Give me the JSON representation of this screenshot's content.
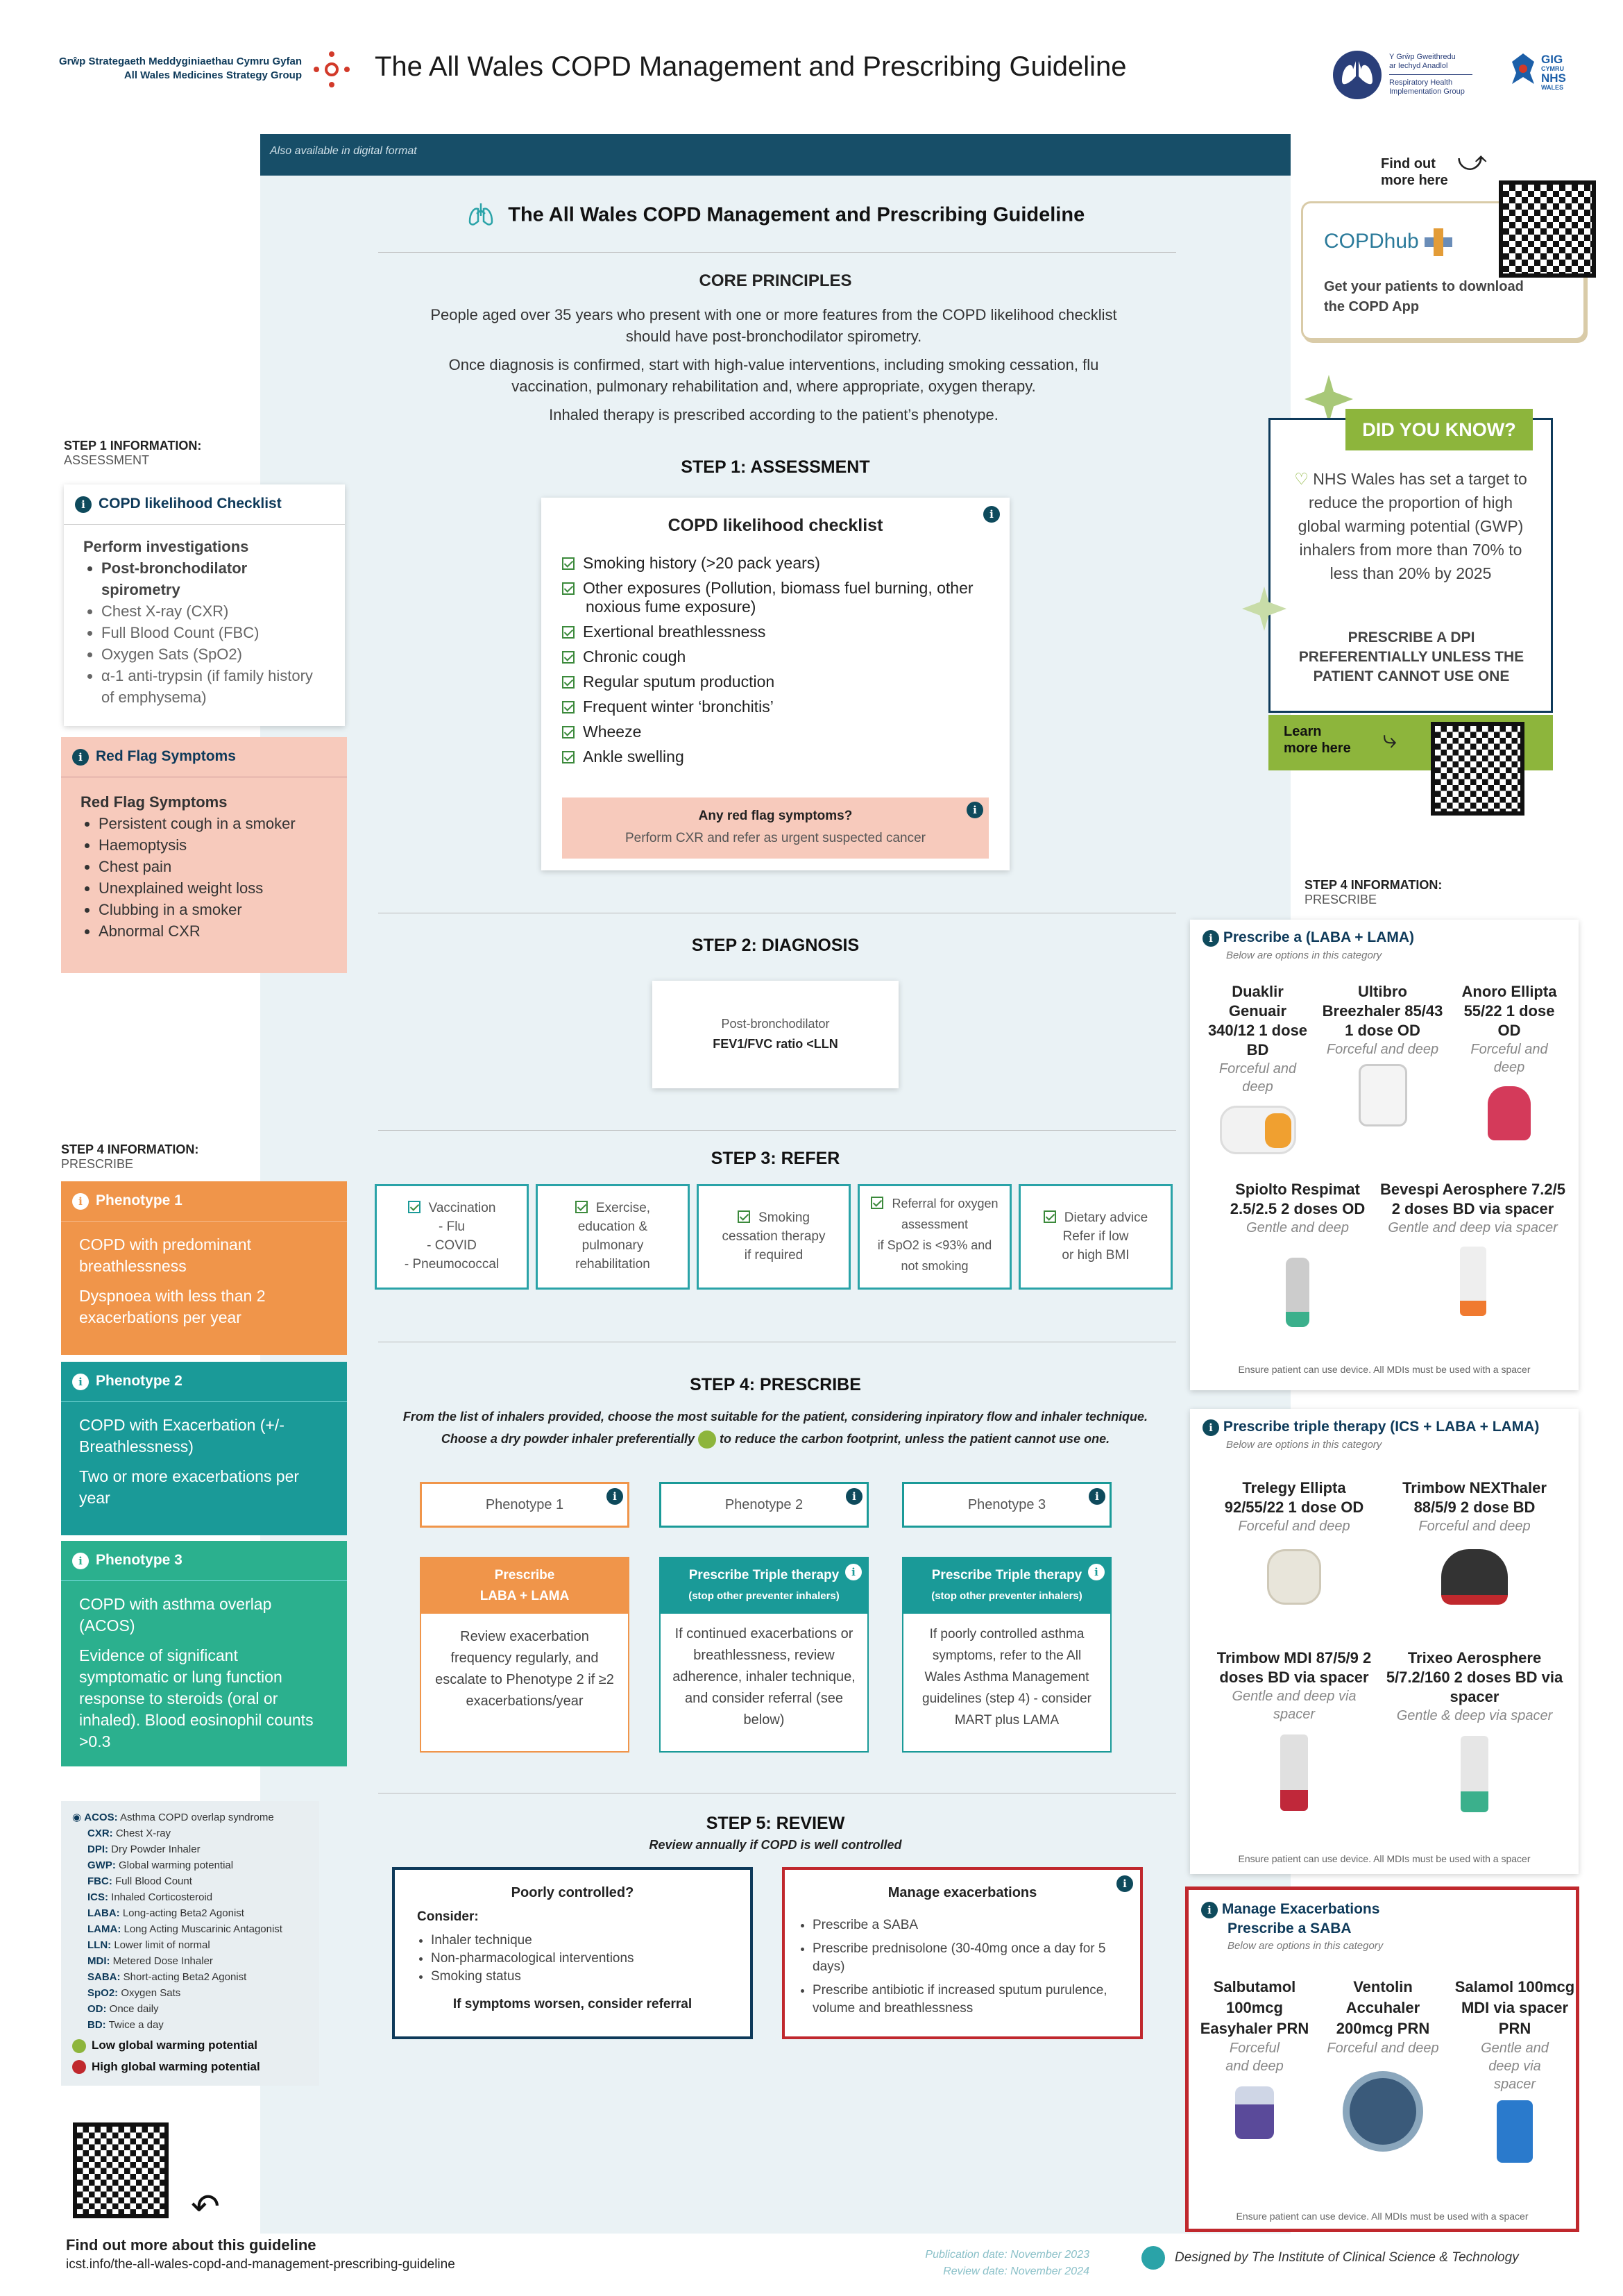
{
  "header": {
    "org_welsh": "Grŵp Strategaeth Meddyginiaethau Cymru Gyfan",
    "org_english": "All Wales Medicines Strategy Group",
    "title": "The All Wales COPD Management and Prescribing Guideline",
    "rhig_welsh_1": "Y Grŵp Gweithredu",
    "rhig_welsh_2": "ar Iechyd Anadlol",
    "rhig_english_1": "Respiratory Health",
    "rhig_english_2": "Implementation Group",
    "nhs_gig": "GIG",
    "nhs_cymru": "CYMRU",
    "nhs_nhs": "NHS",
    "nhs_wales": "WALES"
  },
  "banner": {
    "digital": "Also available in digital format"
  },
  "main": {
    "title": "The All Wales COPD Management and Prescribing Guideline",
    "core_title": "CORE PRINCIPLES",
    "core_p1": "People aged over 35 years who present with one or more features from the COPD likelihood checklist should have post-bronchodilator spirometry.",
    "core_p2": "Once diagnosis is confirmed, start with high-value interventions, including smoking cessation, flu vaccination, pulmonary rehabilitation and, where appropriate, oxygen therapy.",
    "core_p3": "Inhaled therapy is prescribed according to the patient’s phenotype."
  },
  "step1": {
    "title": "STEP 1: ASSESSMENT",
    "box_title": "COPD likelihood checklist",
    "items": [
      "Smoking history (>20 pack years)",
      "Other exposures (Pollution, biomass fuel burning, other noxious fume exposure)",
      "Exertional breathlessness",
      "Chronic cough",
      "Regular sputum production",
      "Frequent winter ‘bronchitis’",
      "Wheeze",
      "Ankle swelling"
    ],
    "red_q": "Any red flag symptoms?",
    "red_a": "Perform CXR and refer as urgent suspected cancer"
  },
  "step2": {
    "title": "STEP 2: DIAGNOSIS",
    "line1": "Post-bronchodilator",
    "line2": "FEV1/FVC ratio <LLN"
  },
  "step3": {
    "title": "STEP 3: REFER",
    "boxes": [
      [
        "Vaccination",
        "- Flu",
        "- COVID",
        "- Pneumococcal"
      ],
      [
        "Exercise,",
        "education &",
        "pulmonary",
        "rehabilitation"
      ],
      [
        "Smoking",
        "cessation therapy",
        "if required"
      ],
      [
        "Referral for oxygen",
        "assessment",
        "if SpO2 is <93% and",
        "not smoking"
      ],
      [
        "Dietary advice",
        "Refer if low",
        "or high BMI"
      ]
    ]
  },
  "step4": {
    "title": "STEP 4: PRESCRIBE",
    "intro1": "From the list of inhalers provided, choose the most suitable for the patient, considering inpiratory flow and inhaler technique.",
    "intro2a": "Choose a dry powder inhaler preferentially",
    "intro2b": "to reduce the carbon footprint, unless the patient cannot use one.",
    "phen1": "Phenotype 1",
    "phen2": "Phenotype 2",
    "phen3": "Phenotype 3",
    "rx1a": "Prescribe",
    "rx1b": "LABA + LAMA",
    "rx2a": "Prescribe Triple therapy",
    "rx2b": "(stop other preventer inhalers)",
    "rx3a": "Prescribe Triple therapy",
    "rx3b": "(stop other preventer inhalers)",
    "body1": "Review exacerbation frequency regularly, and escalate to Phenotype 2 if ≥2 exacerbations/year",
    "body2": "If continued exacerbations or breathlessness, review adherence, inhaler technique, and consider referral (see below)",
    "body3": "If poorly controlled asthma symptoms, refer to the All Wales Asthma Management guidelines (step 4) - consider MART plus LAMA"
  },
  "step5": {
    "title": "STEP 5: REVIEW",
    "subtitle": "Review annually if COPD is well controlled",
    "poor_title": "Poorly controlled?",
    "consider": "Consider:",
    "poor_items": [
      "Inhaler technique",
      "Non-pharmacological interventions",
      "Smoking status"
    ],
    "poor_footer": "If symptoms worsen, consider referral",
    "manage_title": "Manage exacerbations",
    "manage_items": [
      "Prescribe a SABA",
      "Prescribe prednisolone (30-40mg once a day for 5 days)",
      "Prescribe antibiotic if increased sputum purulence, volume and breathlessness"
    ]
  },
  "left": {
    "s1_label": "STEP 1 INFORMATION:",
    "s1_sub": "ASSESSMENT",
    "checklist_title": "COPD likelihood Checklist",
    "perform": "Perform investigations",
    "investigations": [
      "Post-bronchodilator spirometry",
      "Chest X-ray (CXR)",
      "Full Blood Count (FBC)",
      "Oxygen Sats (SpO2)",
      "α-1 anti-trypsin (if family history of emphysema)"
    ],
    "red_title": "Red Flag Symptoms",
    "red_sub": "Red Flag Symptoms",
    "red_items": [
      "Persistent cough in a smoker",
      "Haemoptysis",
      "Chest pain",
      "Unexplained weight loss",
      "Clubbing in a smoker",
      "Abnormal CXR"
    ],
    "s4_label": "STEP 4 INFORMATION:",
    "s4_sub": "PRESCRIBE",
    "p1_title": "Phenotype 1",
    "p1_a": "COPD with predominant breathlessness",
    "p1_b": "Dyspnoea with less than 2 exacerbations per year",
    "p2_title": "Phenotype 2",
    "p2_a": "COPD with Exacerbation (+/- Breathlessness)",
    "p2_b": "Two or more exacerbations per year",
    "p3_title": "Phenotype 3",
    "p3_a": "COPD with asthma overlap (ACOS)",
    "p3_b": "Evidence of significant symptomatic or lung function response to steroids (oral or inhaled). Blood eosinophil counts >0.3"
  },
  "abbr": [
    [
      "ACOS:",
      "Asthma COPD overlap syndrome"
    ],
    [
      "CXR:",
      "Chest X-ray"
    ],
    [
      "DPI:",
      "Dry Powder Inhaler"
    ],
    [
      "GWP:",
      "Global warming potential"
    ],
    [
      "FBC:",
      "Full Blood Count"
    ],
    [
      "ICS:",
      "Inhaled Corticosteroid"
    ],
    [
      "LABA:",
      "Long-acting Beta2 Agonist"
    ],
    [
      "LAMA:",
      "Long Acting Muscarinic Antagonist"
    ],
    [
      "LLN:",
      "Lower limit of normal"
    ],
    [
      "MDI:",
      "Metered Dose Inhaler"
    ],
    [
      "SABA:",
      "Short-acting Beta2 Agonist"
    ],
    [
      "SpO2:",
      "Oxygen Sats"
    ],
    [
      "OD:",
      "Once daily"
    ],
    [
      "BD:",
      "Twice a day"
    ]
  ],
  "legend": {
    "low": "Low global warming potential",
    "high": "High global warming potential"
  },
  "bottom": {
    "find": "Find out more about this guideline",
    "url": "icst.info/the-all-wales-copd-and-management-prescribing-guideline",
    "pub": "Publication date: November 2023",
    "rev": "Review date: November 2024",
    "designed": "Designed by The Institute of Clinical Science & Technology"
  },
  "right": {
    "find_more_1": "Find out",
    "find_more_2": "more here",
    "copdhub": "COPDhub",
    "app_text": "Get your patients to download the COPD App",
    "dyk_title": "DID YOU KNOW?",
    "dyk_body": "NHS Wales has set a target to reduce the proportion of high global warming potential (GWP) inhalers from more than 70% to less than 20% by 2025",
    "dyk_bold": "PRESCRIBE A DPI PREFERENTIALLY UNLESS THE PATIENT CANNOT USE ONE",
    "learn_1": "Learn",
    "learn_2": "more here",
    "s4_label": "STEP 4 INFORMATION:",
    "s4_sub": "PRESCRIBE",
    "laba_title": "Prescribe a (LABA + LAMA)",
    "below": "Below are options in this category",
    "laba": [
      {
        "name": "Duaklir Genuair 340/12 1 dose BD",
        "note": "Forceful and deep"
      },
      {
        "name": "Ultibro Breezhaler 85/43 1 dose OD",
        "note": "Forceful and deep"
      },
      {
        "name": "Anoro Ellipta 55/22 1 dose OD",
        "note": "Forceful and deep"
      },
      {
        "name": "Spiolto Respimat 2.5/2.5 2 doses OD",
        "note": "Gentle and deep"
      },
      {
        "name": "Bevespi Aerosphere 7.2/5 2 doses BD via spacer",
        "note": "Gentle and deep via spacer"
      }
    ],
    "ensure1": "Ensure patient can use device. All MDIs must be used with a spacer",
    "triple_title": "Prescribe triple therapy (ICS + LABA + LAMA)",
    "triple": [
      {
        "name": "Trelegy Ellipta 92/55/22 1 dose OD",
        "note": "Forceful and deep"
      },
      {
        "name": "Trimbow NEXThaler 88/5/9 2 dose BD",
        "note": "Forceful and deep"
      },
      {
        "name": "Trimbow MDI 87/5/9 2 doses BD via spacer",
        "note": "Gentle and deep via spacer"
      },
      {
        "name": "Trixeo Aerosphere 5/7.2/160 2 doses BD via spacer",
        "note": "Gentle & deep via spacer"
      }
    ],
    "ensure2": "Ensure patient can use device. All MDIs must be used with a spacer",
    "manage_title": "Manage Exacerbations",
    "manage_sub": "Prescribe a SABA",
    "saba": [
      {
        "name": "Salbutamol 100mcg Easyhaler PRN",
        "note": "Forceful and deep"
      },
      {
        "name": "Ventolin Accuhaler 200mcg PRN",
        "note": "Forceful and deep"
      },
      {
        "name": "Salamol 100mcg MDI via spacer PRN",
        "note": "Gentle and deep via spacer"
      }
    ],
    "ensure3": "Ensure patient can use device. All MDIs must be used with a spacer"
  },
  "colors": {
    "navy": "#0e3a5a",
    "teal": "#1a9a98",
    "orange": "#f0954a",
    "salmon": "#f7cabc",
    "green": "#8db53c",
    "red": "#c0282d"
  }
}
